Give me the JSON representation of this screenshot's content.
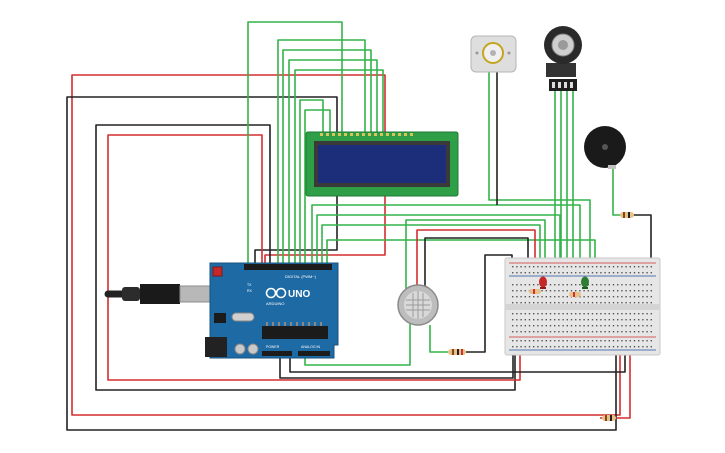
{
  "arduino": {
    "brand": "ARDUINO",
    "model": "UNO",
    "digital_header": "DIGITAL (PWM~)",
    "power_header": "POWER",
    "analog_header": "ANALOG IN",
    "tx_label": "TX",
    "rx_label": "RX"
  },
  "colors": {
    "wire_green": "#34b34a",
    "wire_red": "#d32f2f",
    "wire_black": "#222222",
    "board_blue": "#1e6aa5",
    "lcd_pcb": "#2e9e47",
    "lcd_screen": "#1c2d7a",
    "breadboard": "#e6e6e6",
    "led_red": "#c62828",
    "led_green": "#2e7d32"
  },
  "icons": [
    "usb-cable-icon",
    "dc-motor-icon",
    "rotary-encoder-icon",
    "piezo-buzzer-icon",
    "gas-sensor-icon",
    "resistor-icon",
    "led-icon"
  ]
}
